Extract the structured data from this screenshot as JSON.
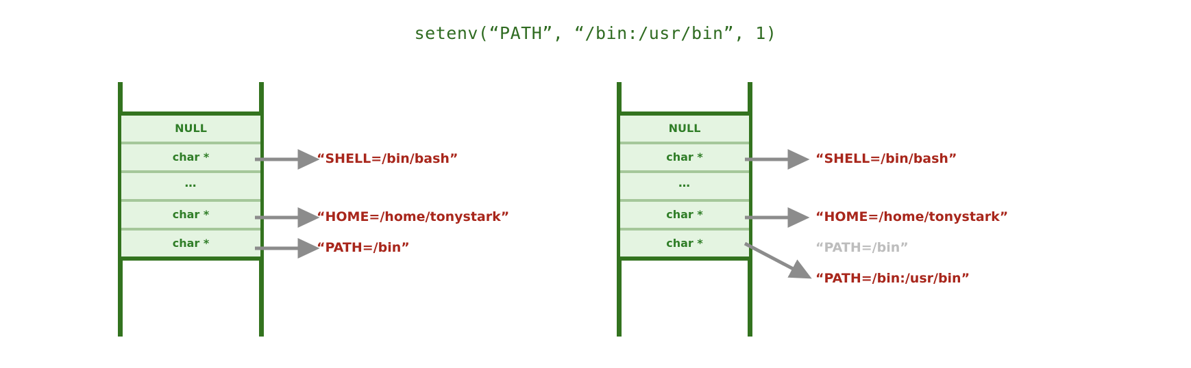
{
  "title": "setenv(“PATH”, “/bin:/usr/bin”, 1)",
  "colors": {
    "border_green": "#33731f",
    "cell_fill": "#e4f4e1",
    "cell_text": "#2f7d27",
    "separator": "#a5c79a",
    "string_red": "#a8261b",
    "stale_gray": "#bdbdbd",
    "arrow_gray": "#8c8c8c",
    "title_green": "#2f6b21",
    "background": "#ffffff"
  },
  "panels": [
    {
      "id": "before",
      "name": "environment-before-setenv",
      "cells": [
        {
          "label": "NULL",
          "kind": "null"
        },
        {
          "label": "char *",
          "kind": "pointer"
        },
        {
          "label": "…",
          "kind": "ellipsis"
        },
        {
          "label": "char *",
          "kind": "pointer"
        },
        {
          "label": "char *",
          "kind": "pointer"
        }
      ],
      "strings": [
        {
          "text": "“SHELL=/bin/bash”",
          "state": "active"
        },
        {
          "text": "“HOME=/home/tonystark”",
          "state": "active"
        },
        {
          "text": "“PATH=/bin”",
          "state": "active"
        }
      ]
    },
    {
      "id": "after",
      "name": "environment-after-setenv",
      "cells": [
        {
          "label": "NULL",
          "kind": "null"
        },
        {
          "label": "char *",
          "kind": "pointer"
        },
        {
          "label": "…",
          "kind": "ellipsis"
        },
        {
          "label": "char *",
          "kind": "pointer"
        },
        {
          "label": "char *",
          "kind": "pointer"
        }
      ],
      "strings": [
        {
          "text": "“SHELL=/bin/bash”",
          "state": "active"
        },
        {
          "text": "“HOME=/home/tonystark”",
          "state": "active"
        },
        {
          "text": "“PATH=/bin”",
          "state": "stale"
        },
        {
          "text": "“PATH=/bin:/usr/bin”",
          "state": "active"
        }
      ]
    }
  ]
}
